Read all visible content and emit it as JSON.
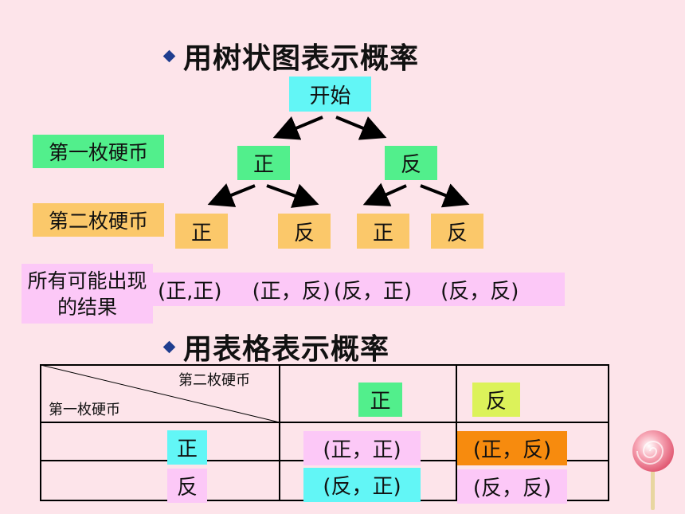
{
  "heading_tree": "用树状图表示概率",
  "heading_table": "用表格表示概率",
  "tree": {
    "root": "开始",
    "level1_label": "第一枚硬币",
    "level2_label": "第二枚硬币",
    "level1": [
      "正",
      "反"
    ],
    "level2": [
      "正",
      "反",
      "正",
      "反"
    ],
    "outcomes_label": "所有可能出现的结果",
    "outcomes": [
      "(正,正)",
      "(正，反)",
      "(反，正)",
      "(反，反)"
    ]
  },
  "table": {
    "corner_top": "第二枚硬币",
    "corner_bottom": "第一枚硬币",
    "col_headers": [
      "正",
      "反"
    ],
    "row_headers": [
      "正",
      "反"
    ],
    "cells": [
      [
        "(正，正)",
        "(正，反)"
      ],
      [
        "(反，正)",
        "(反，反)"
      ]
    ]
  },
  "colors": {
    "background": "#fde4ea",
    "level1_label": "#52ef8c",
    "level2_label": "#fbc86a",
    "root": "#62f6f6",
    "outcomes": "#fcc8f7",
    "highlight": "#f78b0e",
    "bullet": "#1f3d8f"
  }
}
